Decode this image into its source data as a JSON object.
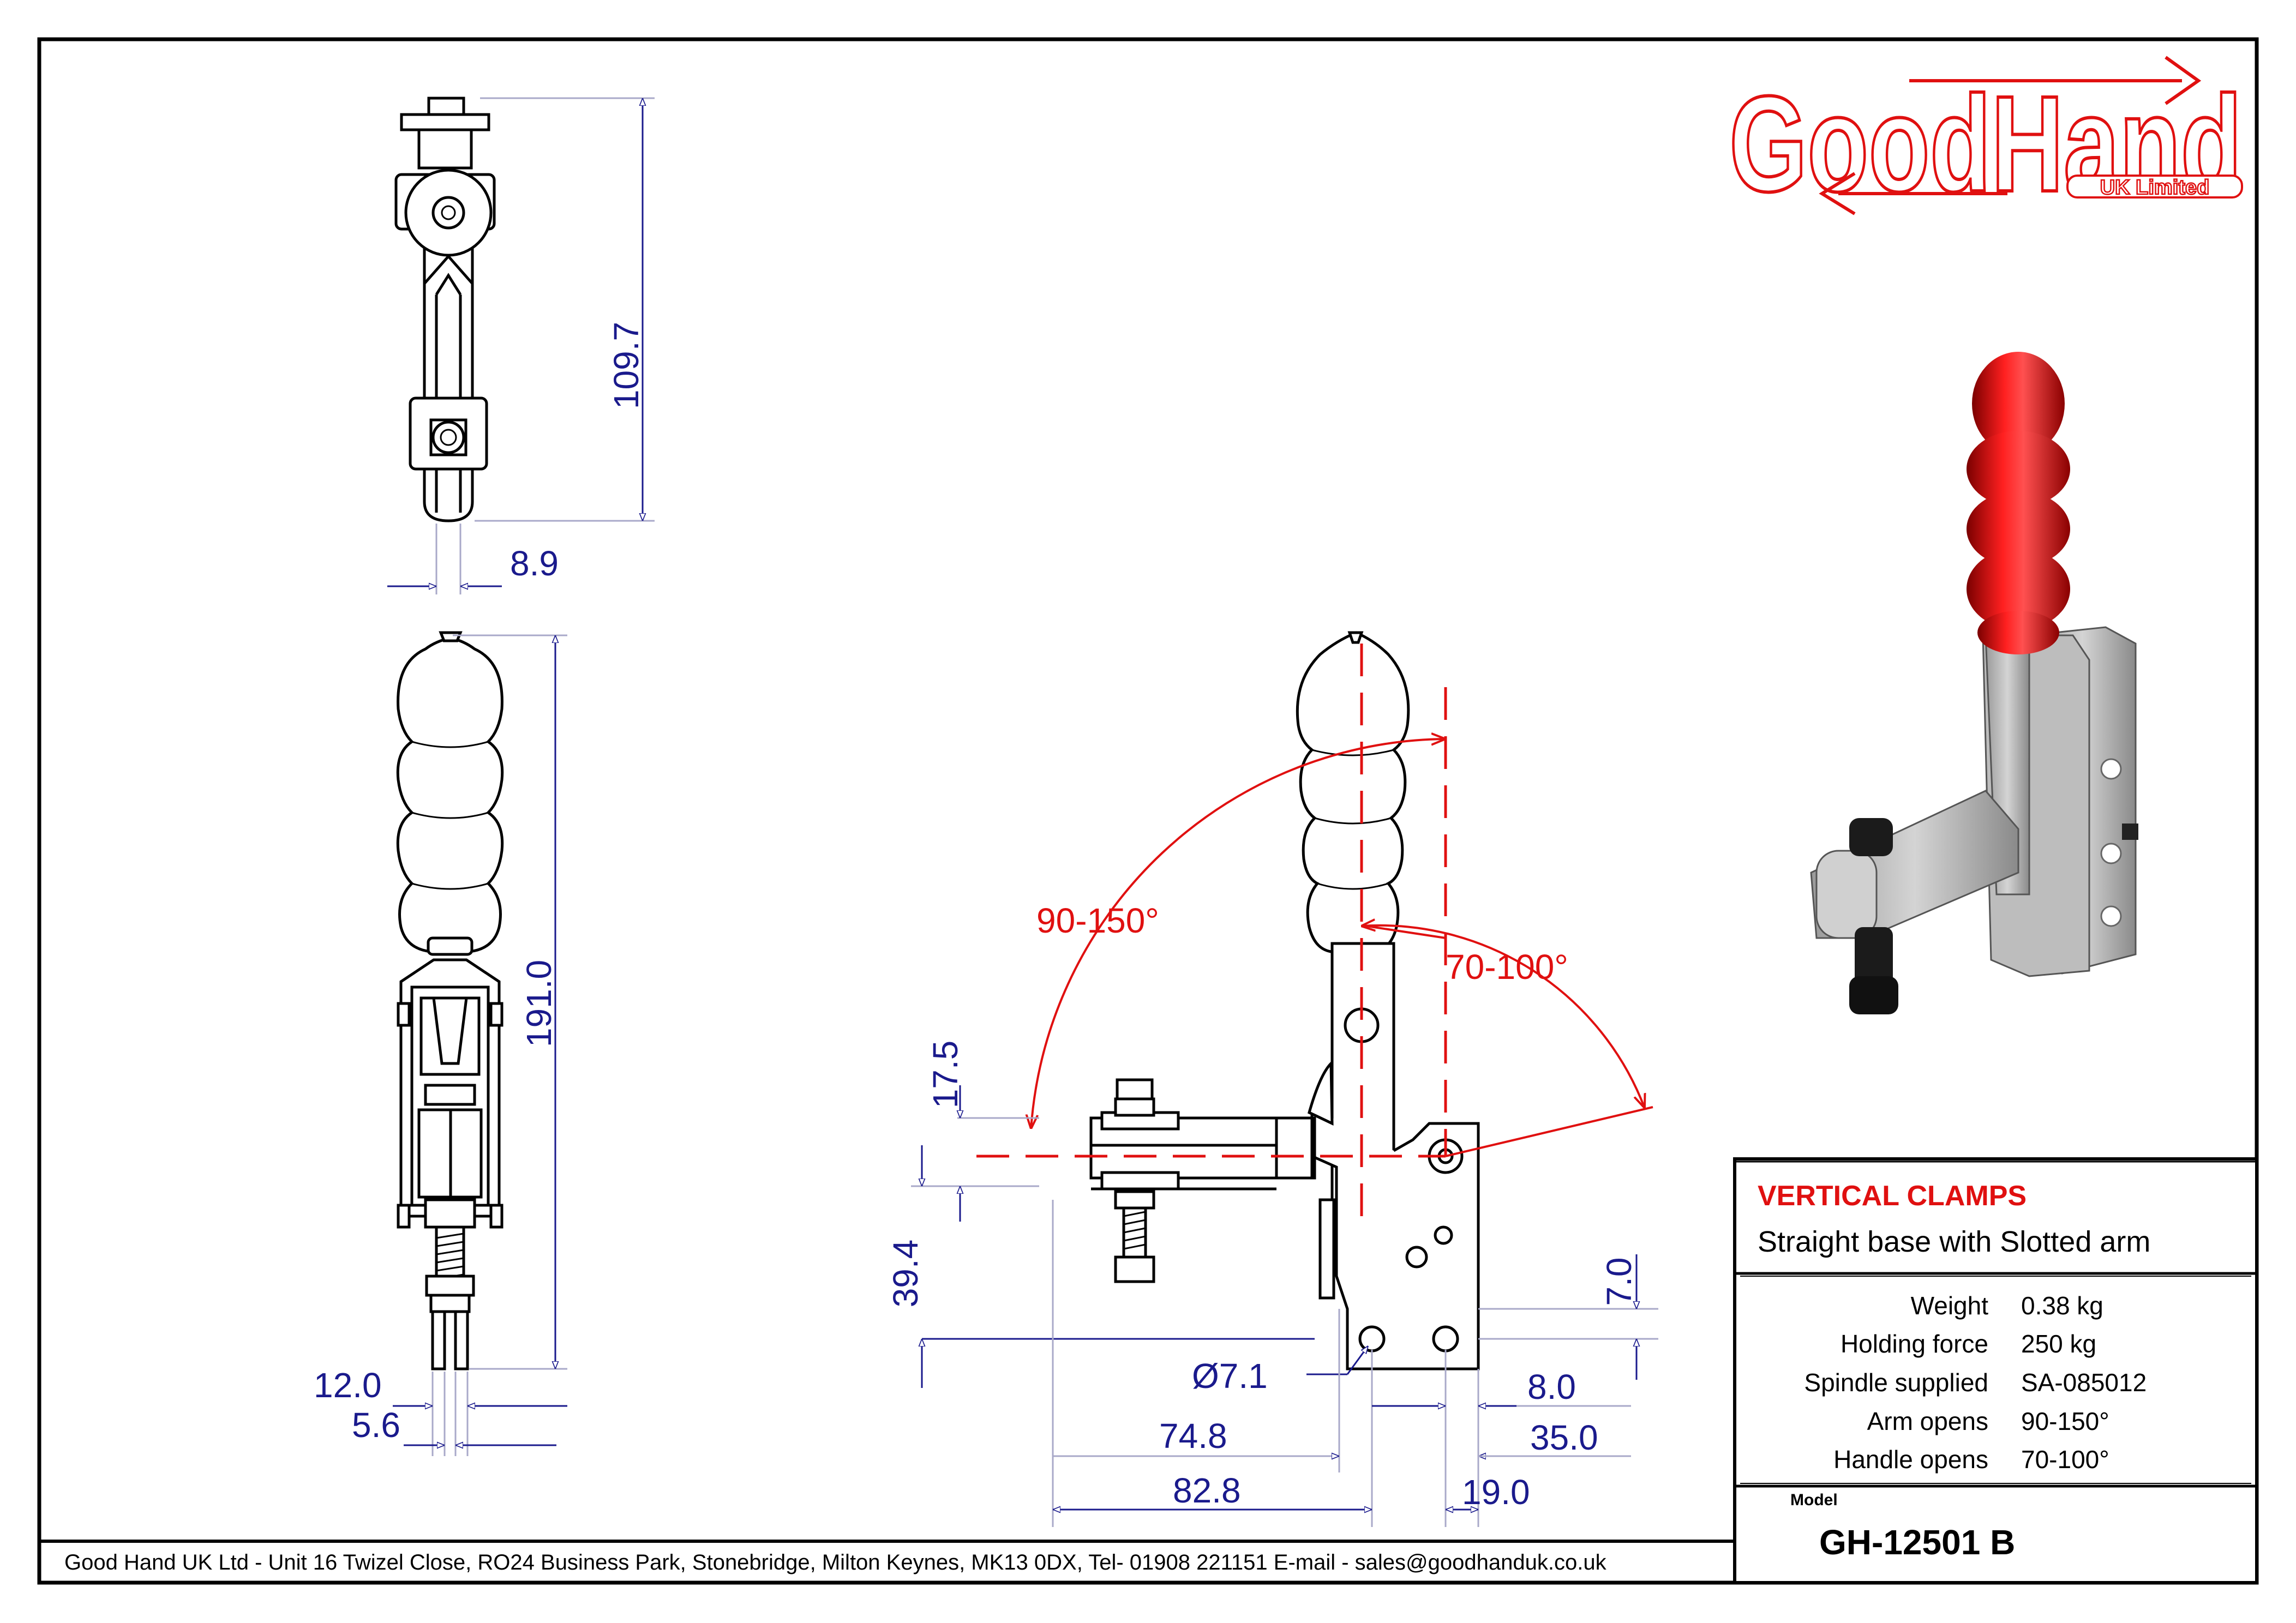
{
  "logo": {
    "brand": "GoodHand",
    "tagline": "UK Limited"
  },
  "title_block": {
    "category": "VERTICAL CLAMPS",
    "subtitle": "Straight base with Slotted arm",
    "specs": [
      {
        "label": "Weight",
        "value": "0.38 kg"
      },
      {
        "label": "Holding force",
        "value": "250 kg"
      },
      {
        "label": "Spindle supplied",
        "value": "SA-085012"
      },
      {
        "label": "Arm opens",
        "value": "90-150°"
      },
      {
        "label": "Handle opens",
        "value": "70-100°"
      }
    ],
    "model_label": "Model",
    "model": "GH-12501 B"
  },
  "footer": "Good Hand UK Ltd  - Unit 16 Twizel Close, RO24 Business Park, Stonebridge, Milton Keynes, MK13 0DX,  Tel- 01908 221151  E-mail - sales@goodhanduk.co.uk",
  "dimensions": {
    "top_height": "109.7",
    "top_width": "8.9",
    "front_height": "191.0",
    "front_w1": "12.0",
    "front_w2": "5.6",
    "side_17_5": "17.5",
    "side_39_4": "39.4",
    "side_7_0": "7.0",
    "hole": "Ø7.1",
    "side_8_0": "8.0",
    "side_35_0": "35.0",
    "side_74_8": "74.8",
    "side_82_8": "82.8",
    "side_19_0": "19.0"
  },
  "angles": {
    "arm": "90-150°",
    "handle": "70-100°"
  },
  "colors": {
    "accent": "#e01010",
    "dimension": "#1a1a8c",
    "border": "#000000"
  }
}
